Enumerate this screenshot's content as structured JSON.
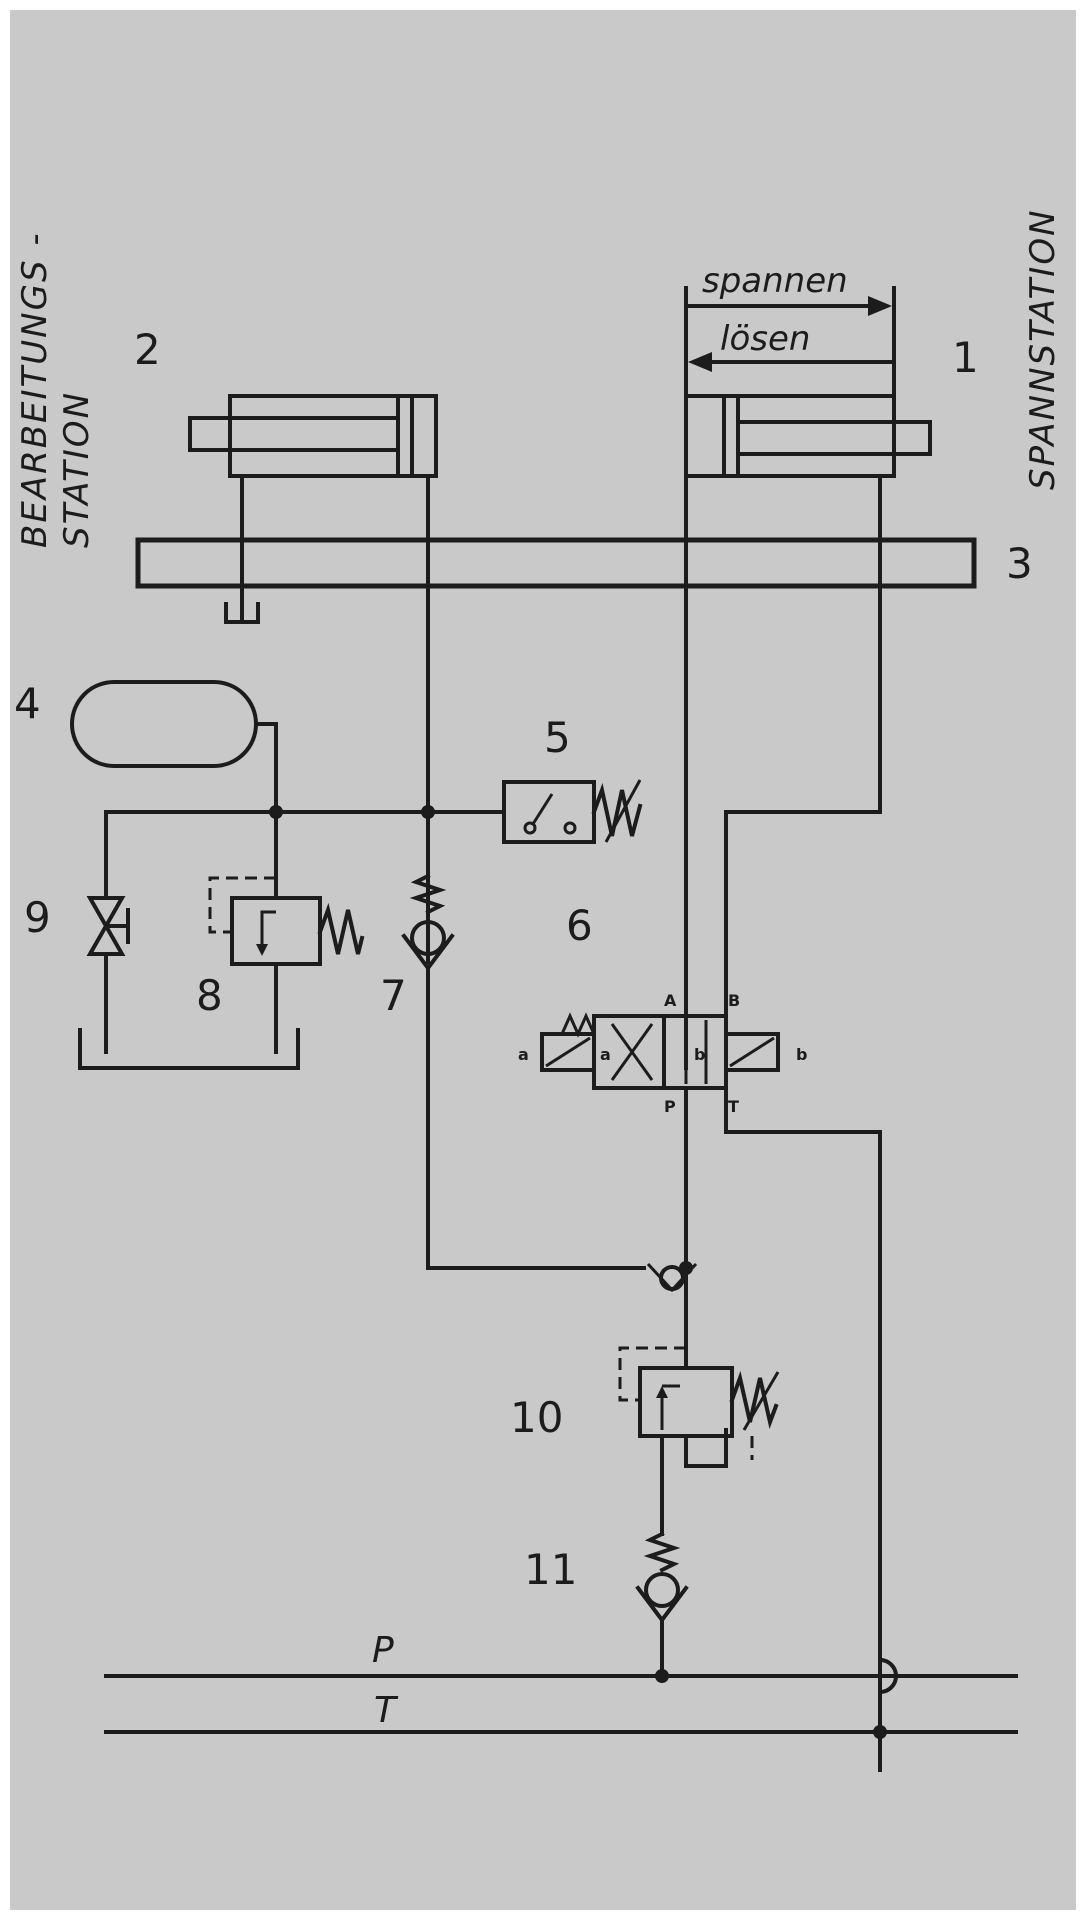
{
  "colors": {
    "background": "#c9c9c9",
    "ink": "#1c1c1c",
    "frame": "#ffffff"
  },
  "labels": {
    "left_station_line1": "BEARBEITUNGS -",
    "left_station_line2": "STATION",
    "right_station": "SPANNSTATION",
    "spannen": "spannen",
    "loesen": "lösen",
    "supply_line": "P",
    "tank_line": "T"
  },
  "components": {
    "c1": "1",
    "c2": "2",
    "c3": "3",
    "c4": "4",
    "c5": "5",
    "c6": "6",
    "c7": "7",
    "c8": "8",
    "c9": "9",
    "c10": "10",
    "c11": "11"
  },
  "valve_ports": {
    "a": "A",
    "b": "B",
    "p": "P",
    "t": "T",
    "pos_left": "a",
    "pos_right": "b",
    "sol_left": "a",
    "sol_right": "b"
  }
}
